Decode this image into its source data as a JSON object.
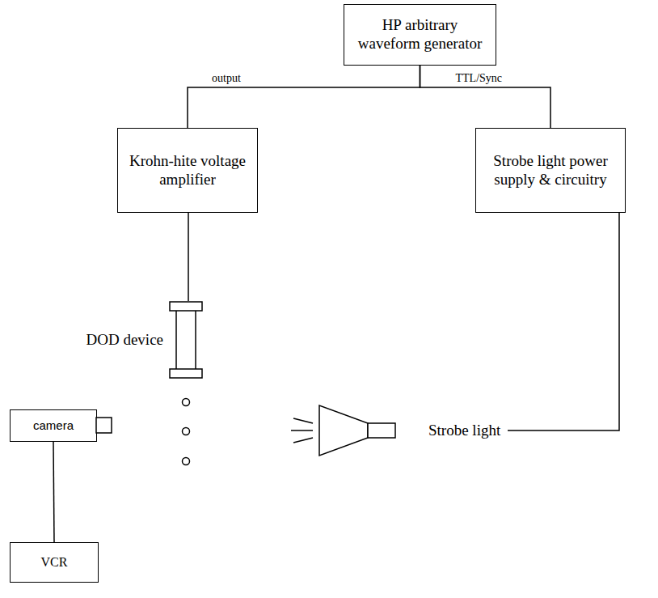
{
  "diagram": {
    "nodes": [
      {
        "text": [
          "HP arbitrary waveform generator"
        ]
      },
      {
        "text": [
          "Krohn-hite voltage amplifier"
        ]
      },
      {
        "text": [
          "Strobe light power supply & circuitry"
        ]
      },
      {
        "text": [
          "DOD device"
        ]
      },
      {
        "text": [
          "Strobe light"
        ]
      },
      {
        "text": [
          "camera"
        ]
      },
      {
        "text": [
          "VCR"
        ]
      }
    ],
    "edges": [
      {
        "from": 0,
        "to": 1,
        "label": "output",
        "arrow": "none"
      },
      {
        "from": 0,
        "to": 2,
        "label": "TTL/Sync",
        "arrow": "none"
      },
      {
        "from": 1,
        "to": 3,
        "arrow": "none"
      },
      {
        "from": 2,
        "to": 4,
        "arrow": "none"
      },
      {
        "from": 5,
        "to": 6,
        "arrow": "none"
      }
    ]
  }
}
